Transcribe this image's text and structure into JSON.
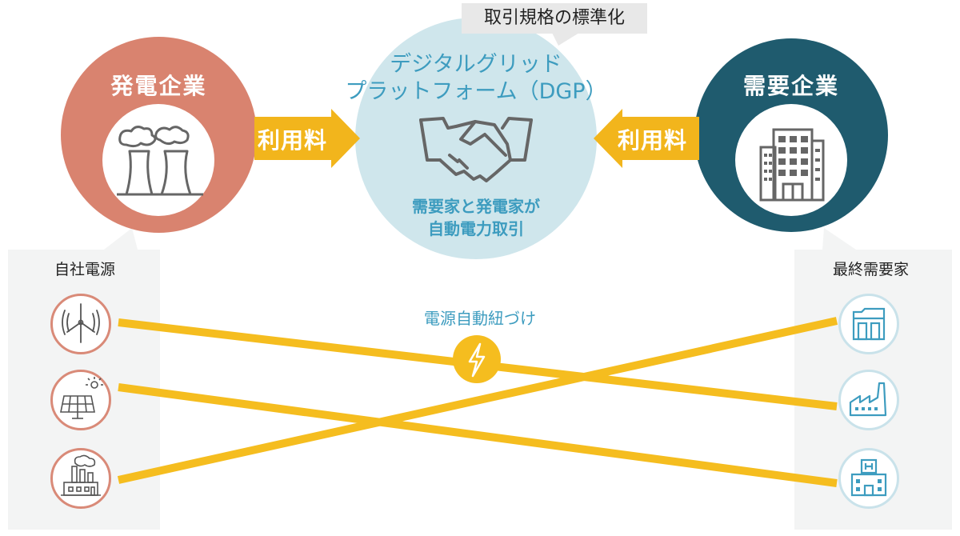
{
  "callout": "取引規格の標準化",
  "platform": {
    "title_line1": "デジタルグリッド",
    "title_line2": "プラットフォーム（DGP）",
    "sub_line1": "需要家と発電家が",
    "sub_line2": "自動電力取引"
  },
  "left_company": "発電企業",
  "right_company": "需要企業",
  "fee_left": "利用料",
  "fee_right": "利用料",
  "left_panel_label": "自社電源",
  "right_panel_label": "最終需要家",
  "link_label": "電源自動紐づけ",
  "colors": {
    "generator": "#d9836f",
    "consumer": "#1f5b6e",
    "platform": "#cfe6ec",
    "arrow": "#f2b51c",
    "line": "#f5bd1f",
    "platform_text": "#3d9cbf"
  },
  "left_sources": [
    "wind-turbine-icon",
    "solar-panel-icon",
    "power-plant-icon"
  ],
  "right_consumers": [
    "store-icon",
    "factory-icon",
    "hospital-icon"
  ]
}
